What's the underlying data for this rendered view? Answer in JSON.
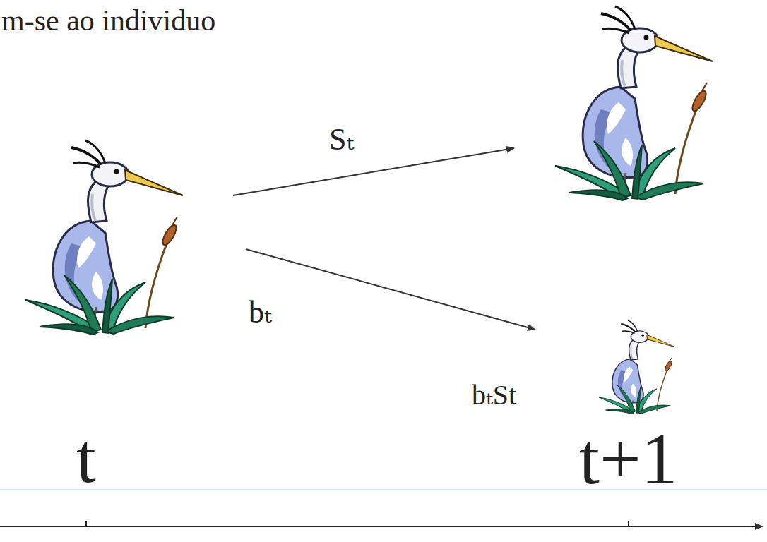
{
  "diagram": {
    "labels": [
      "m-se ao individuo",
      "Sₜ",
      "bₜ",
      "bₜSt",
      "t",
      "t+1"
    ]
  }
}
